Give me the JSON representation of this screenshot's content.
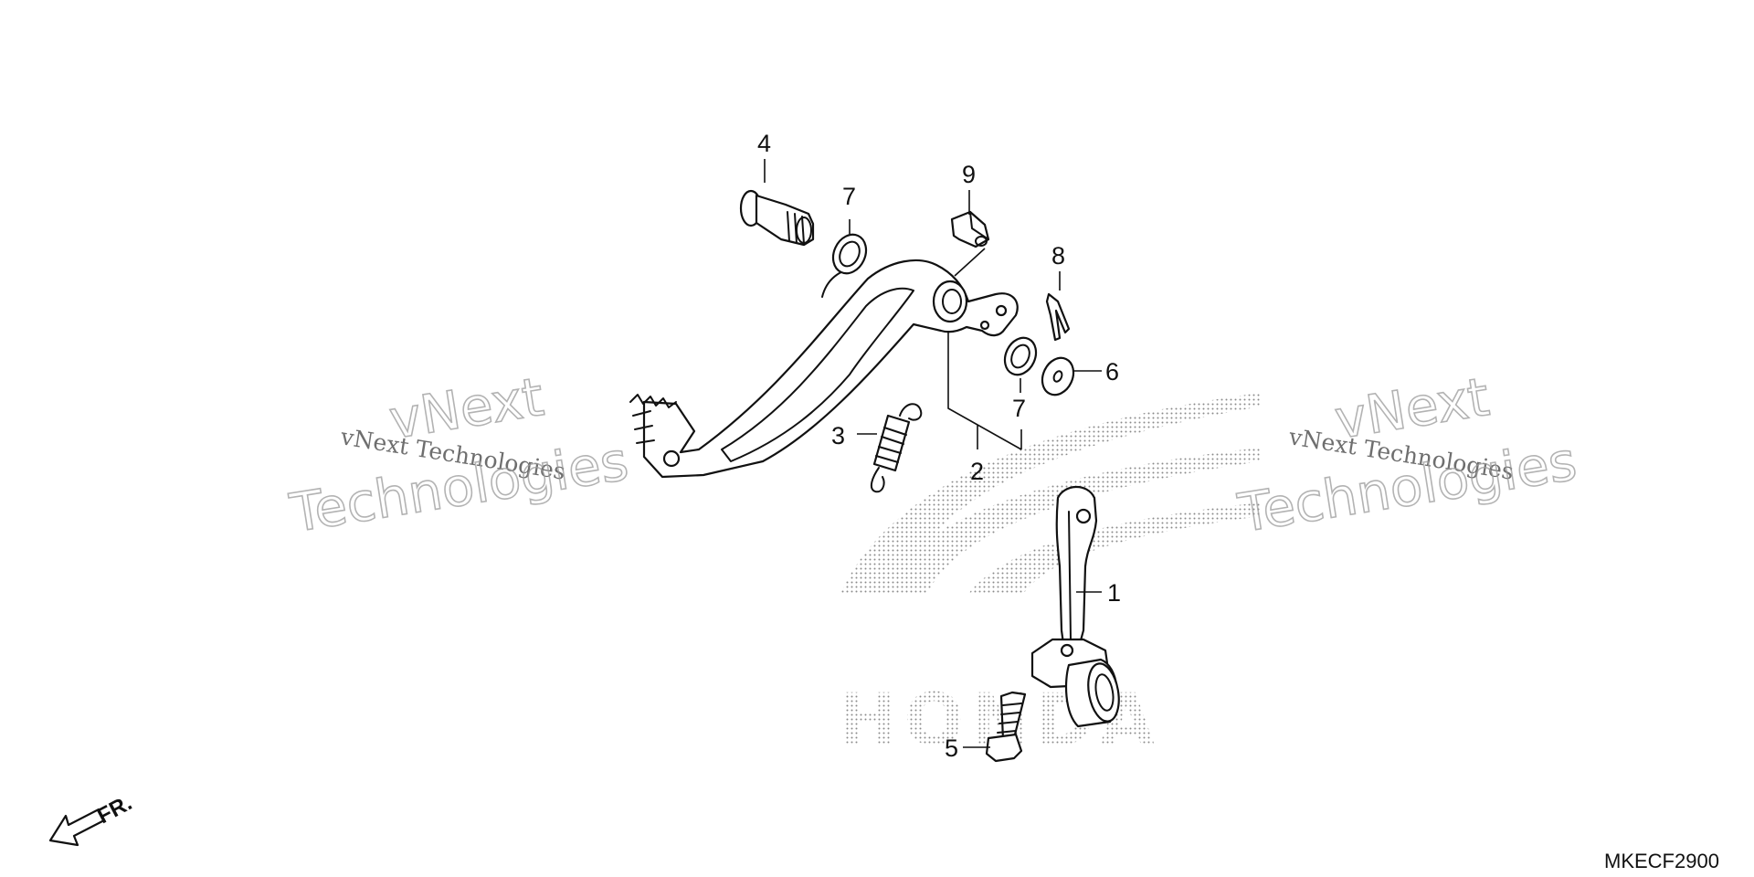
{
  "diagram": {
    "logo_text": "HONDA",
    "watermarks": [
      {
        "line1": "vNext Technologies",
        "line2": "vNext",
        "line3": "Technologies"
      },
      {
        "line1": "vNext Technologies",
        "line2": "vNext",
        "line3": "Technologies"
      }
    ],
    "callouts": [
      "1",
      "2",
      "3",
      "4",
      "5",
      "6",
      "7",
      "7",
      "8",
      "9"
    ],
    "front_indicator": "FR.",
    "diagram_code": "MKECF2900"
  }
}
